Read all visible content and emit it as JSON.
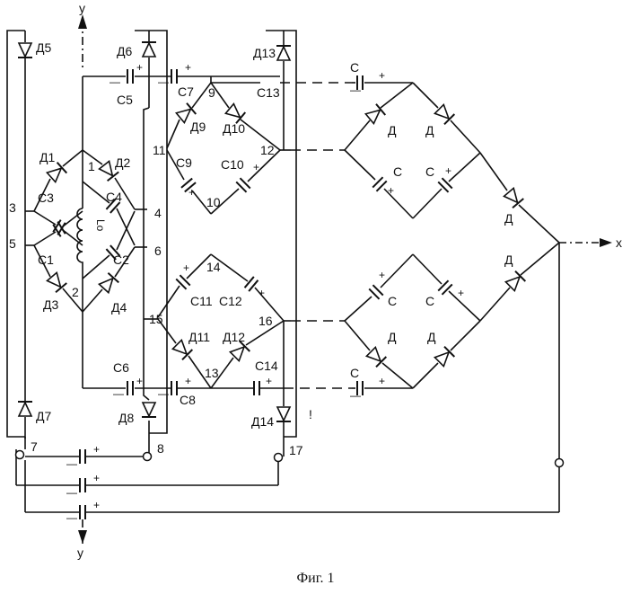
{
  "caption": "Фиг. 1",
  "axis_labels": {
    "y_top": "y",
    "y_bottom": "y",
    "x_out": "x"
  },
  "diodes": [
    "Д1",
    "Д2",
    "Д3",
    "Д4",
    "Д5",
    "Д6",
    "Д7",
    "Д8",
    "Д9",
    "Д10",
    "Д11",
    "Д12",
    "Д13",
    "Д14",
    "Д",
    "Д",
    "Д",
    "Д",
    "Д",
    "Д"
  ],
  "capacitors": [
    "C1",
    "C2",
    "C3",
    "C4",
    "C5",
    "C6",
    "C7",
    "C8",
    "C9",
    "C10",
    "C11",
    "C12",
    "C13",
    "C14",
    "C",
    "C",
    "C",
    "C",
    "C",
    "C"
  ],
  "nodes": [
    "1",
    "2",
    "3",
    "4",
    "5",
    "6",
    "7",
    "8",
    "9",
    "10",
    "11",
    "12",
    "13",
    "14",
    "15",
    "16",
    "17"
  ],
  "coil_label": "Lo",
  "stray_mark": "!"
}
